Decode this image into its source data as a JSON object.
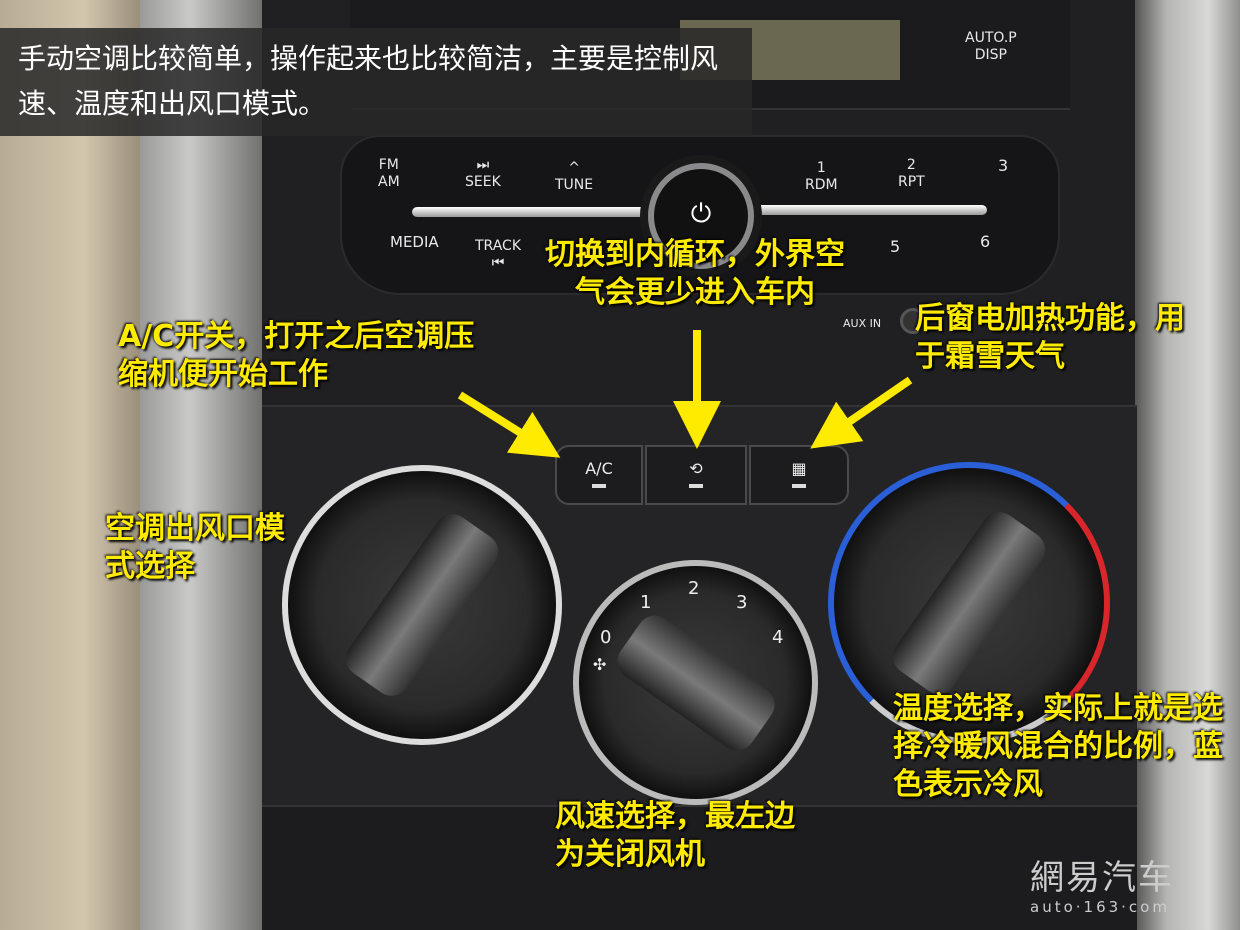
{
  "caption": "手动空调比较简单，操作起来也比较简洁，主要是控制风速、温度和出风口模式。",
  "radio": {
    "fm_am": "FM\nAM",
    "seek": "⏭\nSEEK",
    "tune": "^\nTUNE",
    "rdm": "1\nRDM",
    "rpt": "2\nRPT",
    "preset3": "3",
    "media": "MEDIA",
    "track": "TRACK\n⏮",
    "preset5": "5",
    "preset6": "6",
    "auto_disp": "AUTO.P\nDISP",
    "aux_in": "AUX IN",
    "power_icon": "⏻"
  },
  "climate": {
    "ac_label": "A/C",
    "fan_speeds": [
      "0",
      "1",
      "2",
      "3",
      "4"
    ],
    "temp_colors": {
      "cold": "#2a5fd8",
      "hot": "#d8262a"
    }
  },
  "annotations": {
    "recirculation": "切换到内循环，外界空气会更少进入车内",
    "ac": "A/C开关，打开之后空调压缩机便开始工作",
    "rear_defrost": "后窗电加热功能，用于霜雪天气",
    "vent_mode": "空调出风口模式选择",
    "temperature": "温度选择，实际上就是选择冷暖风混合的比例，蓝色表示冷风",
    "fan_speed": "风速选择，最左边为关闭风机"
  },
  "watermark": {
    "brand": "網易汽车",
    "url": "auto·163·com"
  },
  "colors": {
    "annotation": "#ffeb00"
  }
}
